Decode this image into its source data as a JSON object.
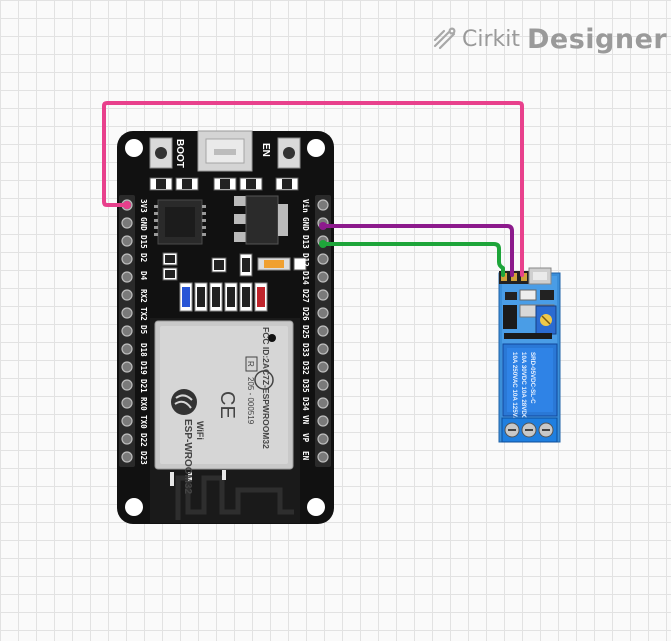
{
  "brand": {
    "word1": "Cirkit",
    "word2": "Designer"
  },
  "board": {
    "buttons": {
      "boot": "BOOT",
      "en": "EN"
    },
    "left_pins": [
      "3V3",
      "GND",
      "D15",
      "D2",
      "D4",
      "RX2",
      "TX2",
      "D5",
      "D18",
      "D19",
      "D21",
      "RX0",
      "TX0",
      "D22",
      "D23"
    ],
    "right_pins": [
      "Vin",
      "GND",
      "D13",
      "D12",
      "D14",
      "D27",
      "D26",
      "D25",
      "D33",
      "D32",
      "D35",
      "D34",
      "VN",
      "VP",
      "EN"
    ],
    "module": {
      "fcc": "FCC ID:2AC7Z-ESPWROOM32",
      "cert": "205 - 000519",
      "r_mark": "R",
      "ce_mark": "CE",
      "wifi": "WiFi",
      "model": "ESP-WROOM32"
    }
  },
  "relay": {
    "text_lines": [
      "10A 250VAC  10A 125VAC",
      "10A 30VDC  10A 28VDC",
      "SRD-05VDC-SL-C"
    ]
  },
  "wires": [
    {
      "name": "power",
      "color": "#e8408c"
    },
    {
      "name": "ground",
      "color": "#8c1a8c"
    },
    {
      "name": "signal",
      "color": "#1ea53a"
    }
  ]
}
